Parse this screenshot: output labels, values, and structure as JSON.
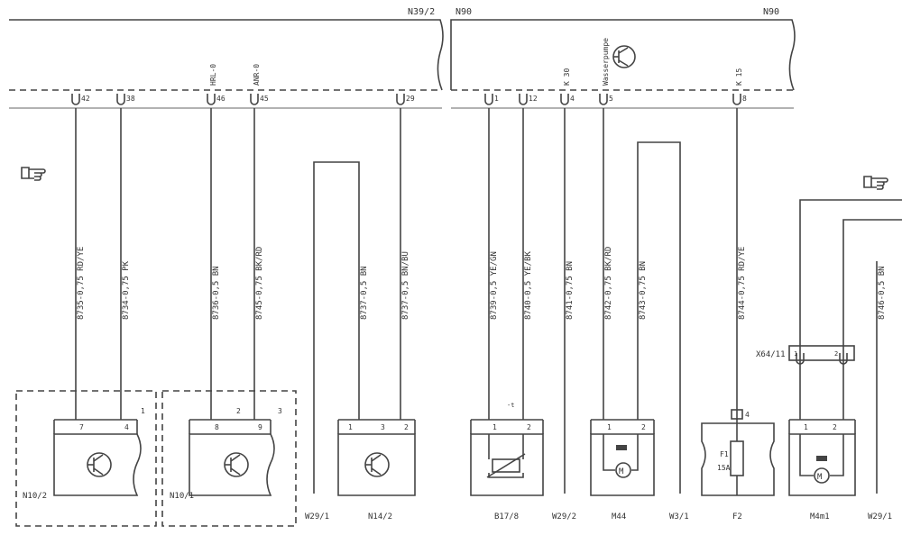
{
  "diagram": {
    "modules": {
      "n39_2": "N39/2",
      "n90_left": "N90",
      "n90_right": "N90"
    },
    "pins": {
      "p42": "42",
      "p38": "38",
      "p46": "46",
      "p45": "45",
      "p29": "29",
      "p1": "1",
      "p12": "12",
      "p4": "4",
      "p5": "5",
      "p8": "8"
    },
    "signals": {
      "hrl": "HRL-0",
      "anr": "ANR-0",
      "k30": "K 30",
      "wasserpumpe": "Wasserpumpe",
      "k15": "K 15"
    },
    "wires": {
      "w8735": "8735-0,75 RD/YE",
      "w8734": "8734-0,75 PK",
      "w8736": "8736-0,5 BN",
      "w8745": "8745-0,75 BK/RD",
      "w8737a": "8737-0,5 BN",
      "w8737b": "8737-0,5 BN/BU",
      "w8739": "8739-0,5 YE/GN",
      "w8740": "8740-0,5 YE/BK",
      "w8741": "8741-0,75 BN",
      "w8742": "8742-0,75 BK/RD",
      "w8743": "8743-0,75 BN",
      "w8744": "8744-0,75 RD/YE",
      "w8746": "8746-0,5 BN"
    },
    "components": {
      "n10_2": "N10/2",
      "n10_1": "N10/1",
      "w29_1": "W29/1",
      "n14_2": "N14/2",
      "b17_8": "B17/8",
      "w29_2": "W29/2",
      "m44": "M44",
      "w3_1": "W3/1",
      "f2": "F2",
      "m4m1": "M4m1",
      "w29_1b": "W29/1"
    },
    "connector": {
      "x64": "X64/11",
      "pin1": "1",
      "pin2": "2"
    },
    "terminals": {
      "n10_2_a": "7",
      "n10_2_b": "4",
      "n10_2_c": "1",
      "n10_1_a": "8",
      "n10_1_b": "9",
      "n10_1_c": "2",
      "n10_1_d": "3",
      "n14_2_a": "1",
      "n14_2_b": "3",
      "n14_2_c": "2",
      "b17_8_a": "1",
      "b17_8_b": "2",
      "b17_8_t": "-t",
      "m44_a": "1",
      "m44_b": "2",
      "f2_a": "4",
      "m4_a": "1",
      "m4_b": "2"
    },
    "fuse": {
      "name": "F1",
      "rating": "15A"
    }
  }
}
